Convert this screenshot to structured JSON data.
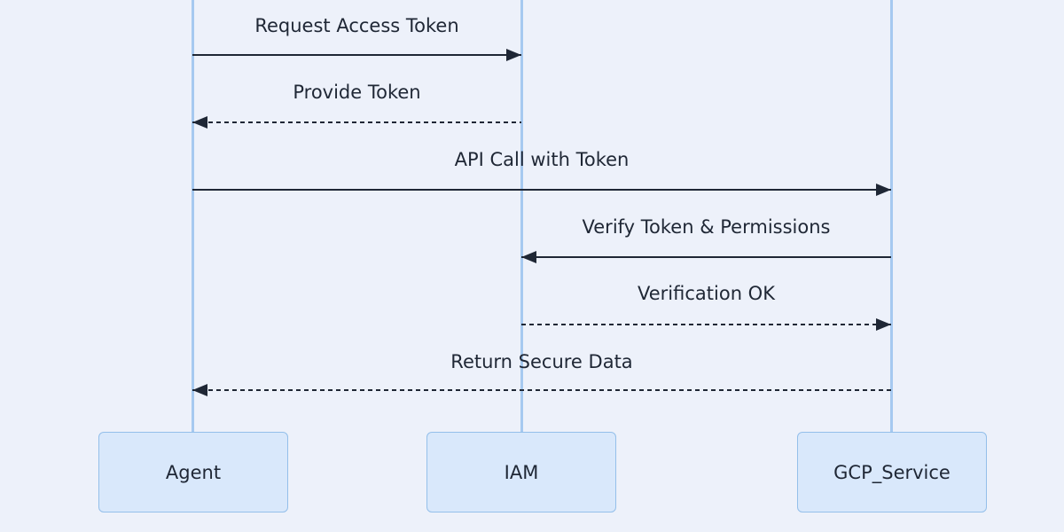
{
  "diagram": {
    "type": "sequence-diagram",
    "actors": [
      {
        "name": "Agent"
      },
      {
        "name": "IAM"
      },
      {
        "name": "GCP_Service"
      }
    ],
    "messages": [
      {
        "label": "Request Access Token",
        "from": "Agent",
        "to": "IAM",
        "line": "solid"
      },
      {
        "label": "Provide Token",
        "from": "IAM",
        "to": "Agent",
        "line": "dashed"
      },
      {
        "label": "API Call with Token",
        "from": "Agent",
        "to": "GCP_Service",
        "line": "solid"
      },
      {
        "label": "Verify Token & Permissions",
        "from": "GCP_Service",
        "to": "IAM",
        "line": "solid"
      },
      {
        "label": "Verification OK",
        "from": "IAM",
        "to": "GCP_Service",
        "line": "dashed"
      },
      {
        "label": "Return Secure Data",
        "from": "GCP_Service",
        "to": "Agent",
        "line": "dashed"
      }
    ],
    "colors": {
      "background": "#edf1fa",
      "lifeline": "#a6c9f0",
      "actor_fill": "#d9e8fb",
      "actor_border": "#94bfea",
      "arrow": "#1f2735",
      "text": "#1f2735"
    }
  }
}
